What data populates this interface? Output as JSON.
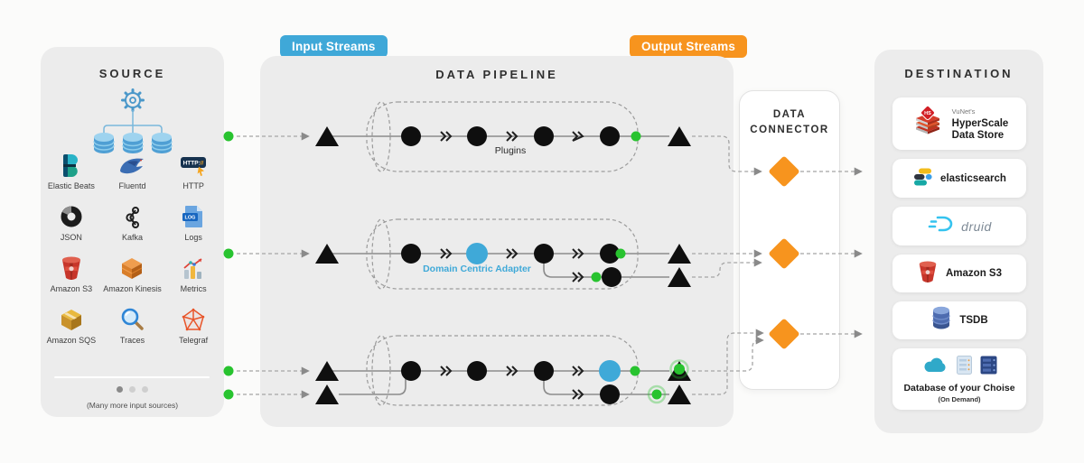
{
  "badges": {
    "input": "Input Streams",
    "output": "Output Streams"
  },
  "source": {
    "title": "SOURCE",
    "hub_icon": "gear-with-three-databases",
    "items": [
      {
        "label": "Elastic Beats",
        "icon": "elastic-beats-icon"
      },
      {
        "label": "Fluentd",
        "icon": "fluentd-icon"
      },
      {
        "label": "HTTP",
        "icon": "http-icon",
        "icon_text_prefix": "HTTP:",
        "icon_text_suffix": "//"
      },
      {
        "label": "JSON",
        "icon": "json-icon"
      },
      {
        "label": "Kafka",
        "icon": "kafka-icon"
      },
      {
        "label": "Logs",
        "icon": "logs-icon",
        "icon_text": "LOG"
      },
      {
        "label": "Amazon S3",
        "icon": "amazon-s3-icon"
      },
      {
        "label": "Amazon Kinesis",
        "icon": "amazon-kinesis-icon"
      },
      {
        "label": "Metrics",
        "icon": "metrics-icon"
      },
      {
        "label": "Amazon SQS",
        "icon": "amazon-sqs-icon"
      },
      {
        "label": "Traces",
        "icon": "traces-icon"
      },
      {
        "label": "Telegraf",
        "icon": "telegraf-icon"
      }
    ],
    "pagination": {
      "dots": 3,
      "active_dot": 1
    },
    "footnote": "(Many more input sources)"
  },
  "pipeline": {
    "title": "DATA PIPELINE",
    "rows": [
      {
        "label": "Plugins",
        "nodes": 4,
        "inputs": 1,
        "outputs": 1
      },
      {
        "label": "Domain Centric Adapter",
        "nodes": 5,
        "inputs": 1,
        "outputs": 2
      },
      {
        "label": "",
        "nodes": 5,
        "inputs": 2,
        "outputs": 2
      }
    ]
  },
  "connector": {
    "title_line1": "DATA",
    "title_line2": "CONNECTOR",
    "diamond_count": 3
  },
  "destination": {
    "title": "DESTINATION",
    "items": [
      {
        "pre": "VuNet's",
        "line1": "HyperScale",
        "line2": "Data Store",
        "badge": "HS",
        "icon": "hyperscale-icon"
      },
      {
        "label": "elasticsearch",
        "icon": "elasticsearch-icon"
      },
      {
        "label": "druid",
        "icon": "druid-icon"
      },
      {
        "label": "Amazon S3",
        "icon": "amazon-s3-icon"
      },
      {
        "label": "TSDB",
        "icon": "tsdb-icon"
      },
      {
        "label": "Database of your Choise",
        "sub": "(On Demand)",
        "icon": "cloud-and-servers-icons"
      }
    ]
  },
  "colors": {
    "accent_blue": "#3FA8D8",
    "accent_orange": "#F7941E",
    "accent_green": "#28C32F",
    "panel_gray": "#ECECEC",
    "node_black": "#0F0F0F"
  }
}
